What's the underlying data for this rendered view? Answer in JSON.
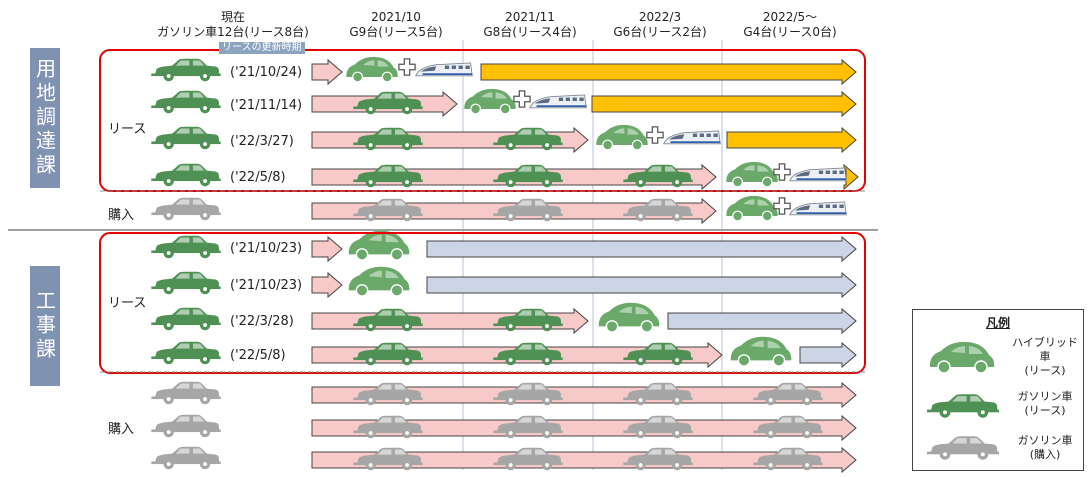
{
  "header": {
    "columns": [
      {
        "line1": "現在",
        "line2": "ガソリン車12台(リース8台)"
      },
      {
        "line1": "2021/10",
        "line2": "G9台(リース5台)"
      },
      {
        "line1": "2021/11",
        "line2": "G8台(リース4台)"
      },
      {
        "line1": "2022/3",
        "line2": "G6台(リース2台)"
      },
      {
        "line1": "2022/5～",
        "line2": "G4台(リース0台)"
      }
    ],
    "badge": "リースの更新時期"
  },
  "departments": {
    "land": "用地調達課",
    "construction": "工事課"
  },
  "labels": {
    "lease": "リース",
    "purchase": "購入"
  },
  "land_dates": [
    "('21/10/24)",
    "('21/11/14)",
    "('22/3/27)",
    "('22/5/8)"
  ],
  "construction_dates": [
    "('21/10/23)",
    "('21/10/23)",
    "('22/3/28)",
    "('22/5/8)"
  ],
  "legend": {
    "title": "凡例",
    "items": [
      {
        "label": "ハイブリッド車\n(リース)",
        "icon": "hybrid-car-icon",
        "color": "#6aa96a"
      },
      {
        "label": "ガソリン車\n(リース)",
        "icon": "gasoline-car-icon",
        "color": "#4f9154"
      },
      {
        "label": "ガソリン車\n(購入)",
        "icon": "purchased-car-icon",
        "color": "#a6a6a6"
      }
    ]
  },
  "colors": {
    "lease_car": "#4f9154",
    "hybrid_car": "#6aa96a",
    "purchase_car": "#a6a6a6",
    "pink_arrow": "#f7c9c9",
    "yellow_arrow": "#ffc000",
    "blue_arrow": "#ccd5e6",
    "red_frame": "#e60000",
    "department_box": "#7f92b1"
  }
}
